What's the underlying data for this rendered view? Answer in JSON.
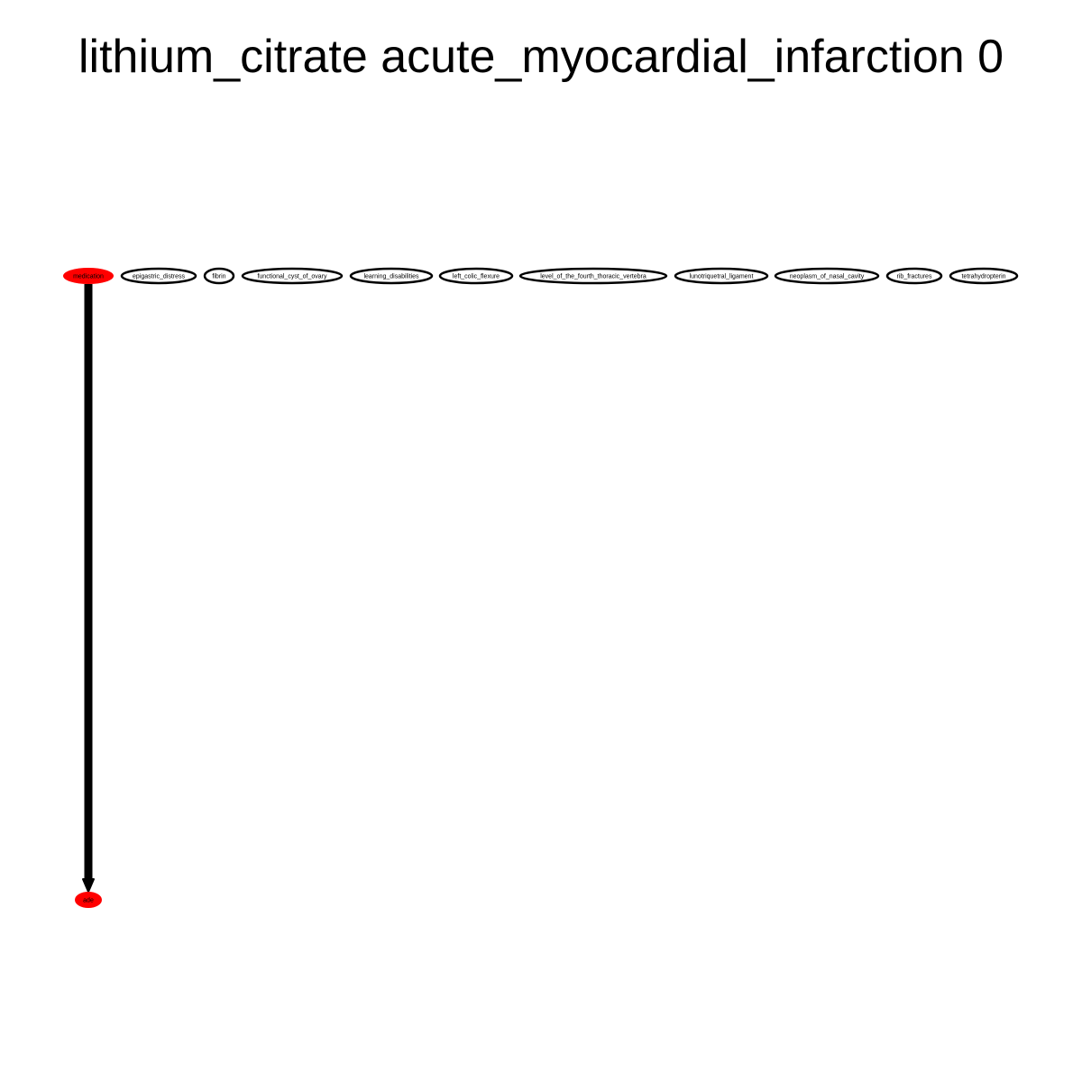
{
  "title": "lithium_citrate acute_myocardial_infarction 0",
  "colors": {
    "highlight_fill": "#ff0000",
    "node_stroke": "#000000",
    "node_fill": "#ffffff",
    "edge": "#000000",
    "text": "#000000",
    "background": "#ffffff"
  },
  "nodes": [
    {
      "id": "medication",
      "label": "medication",
      "highlight": true
    },
    {
      "id": "epigastric_distress",
      "label": "epigastric_distress",
      "highlight": false
    },
    {
      "id": "fibrin",
      "label": "fibrin",
      "highlight": false
    },
    {
      "id": "functional_cyst_of_ovary",
      "label": "functional_cyst_of_ovary",
      "highlight": false
    },
    {
      "id": "learning_disabilities",
      "label": "learning_disabilities",
      "highlight": false
    },
    {
      "id": "left_colic_flexure",
      "label": "left_colic_flexure",
      "highlight": false
    },
    {
      "id": "level_of_the_fourth_thoracic_vertebra",
      "label": "level_of_the_fourth_thoracic_vertebra",
      "highlight": false
    },
    {
      "id": "lunotriquetral_ligament",
      "label": "lunotriquetral_ligament",
      "highlight": false
    },
    {
      "id": "neoplasm_of_nasal_cavity",
      "label": "neoplasm_of_nasal_cavity",
      "highlight": false
    },
    {
      "id": "rib_fractures",
      "label": "rib_fractures",
      "highlight": false
    },
    {
      "id": "tetrahydropterin",
      "label": "tetrahydropterin",
      "highlight": false
    },
    {
      "id": "ade",
      "label": "ade",
      "highlight": true
    }
  ],
  "edges": [
    {
      "from": "medication",
      "to": "ade"
    }
  ]
}
